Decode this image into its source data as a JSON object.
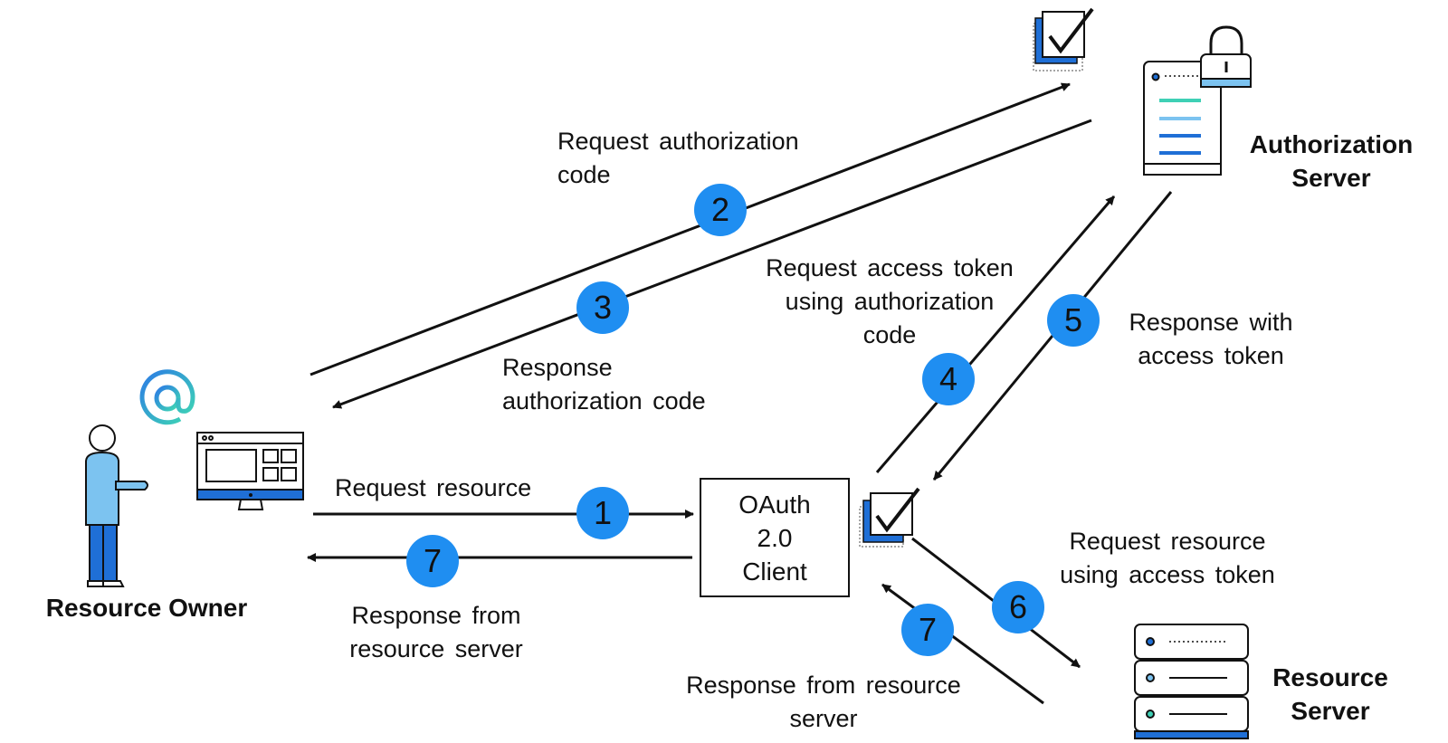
{
  "entities": {
    "resource_owner": "Resource Owner",
    "authorization_server": [
      "Authorization",
      "Server"
    ],
    "resource_server": [
      "Resource",
      "Server"
    ],
    "client": [
      "OAuth",
      "2.0",
      "Client"
    ]
  },
  "steps": {
    "s1": {
      "badge": "1",
      "label": [
        "Request  resource"
      ]
    },
    "s2": {
      "badge": "2",
      "label": [
        "Request  authorization",
        "code"
      ]
    },
    "s3": {
      "badge": "3",
      "label": [
        "Response",
        "authorization  code"
      ]
    },
    "s4": {
      "badge": "4",
      "label": [
        "Request access token",
        "using authorization",
        "code"
      ]
    },
    "s5": {
      "badge": "5",
      "label": [
        "Response with",
        "access token"
      ]
    },
    "s6": {
      "badge": "6",
      "label": [
        "Request resource",
        "using access token"
      ]
    },
    "s7a": {
      "badge": "7",
      "label": [
        "Response  from",
        "resource  server"
      ]
    },
    "s7b": {
      "badge": "7",
      "label": [
        "Response from resource",
        "server"
      ]
    }
  },
  "icons": {
    "email": "at-sign-icon",
    "user": "person-icon",
    "computer": "monitor-icon",
    "auth_server": "server-with-lock-icon",
    "resource_server": "server-rack-icon",
    "check_top": "checkbox-check-icon",
    "check_client": "checkbox-check-icon"
  },
  "colors": {
    "badge": "#1f8ef1",
    "blue": "#1f6fd6",
    "light_blue": "#7cc3f0",
    "teal": "#3fd0b5",
    "arrow": "#111111"
  }
}
